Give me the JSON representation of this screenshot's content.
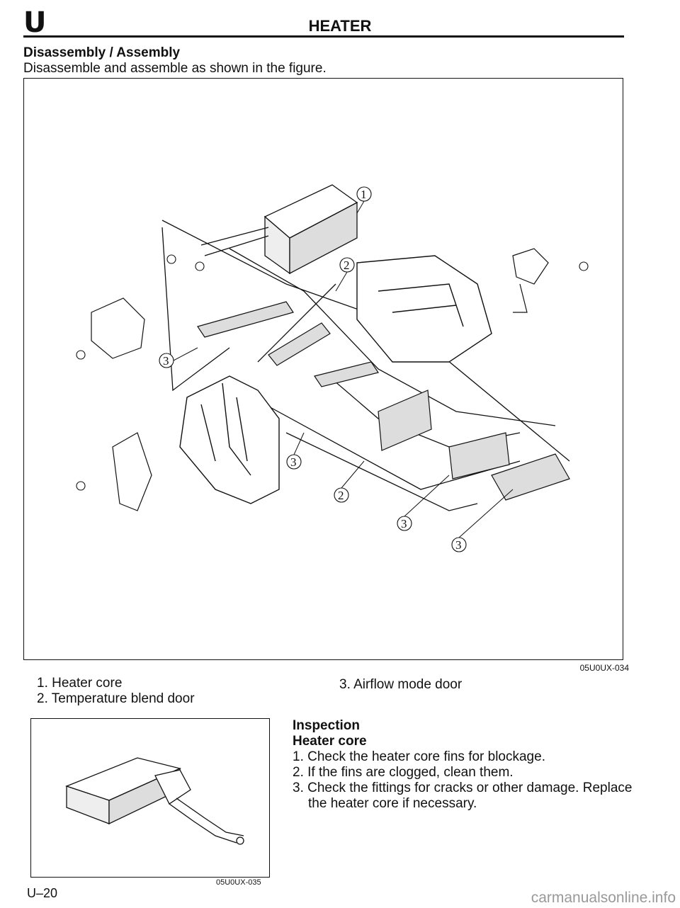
{
  "header": {
    "section_letter": "U",
    "title": "HEATER"
  },
  "section": {
    "heading": "Disassembly / Assembly",
    "intro": "Disassemble and assemble as shown in the figure."
  },
  "figure1": {
    "code": "05U0UX-034",
    "callouts": [
      "1",
      "2",
      "2",
      "3",
      "3",
      "3",
      "3"
    ],
    "icons": [
      "heater-core",
      "blend-door",
      "mode-door",
      "heater-case",
      "screws",
      "link-arm",
      "actuator"
    ]
  },
  "legend": {
    "item1": "1. Heater core",
    "item2": "2. Temperature blend door",
    "item3": "3. Airflow mode door"
  },
  "figure2": {
    "code": "05U0UX-035"
  },
  "inspection": {
    "heading": "Inspection",
    "subheading": "Heater core",
    "steps": [
      "1. Check the heater core fins for blockage.",
      "2. If the fins are clogged, clean them.",
      "3. Check the fittings for cracks or other damage. Replace the heater core if necessary."
    ]
  },
  "footer": {
    "page_number": "U–20",
    "watermark": "carmanualsonline.info"
  }
}
